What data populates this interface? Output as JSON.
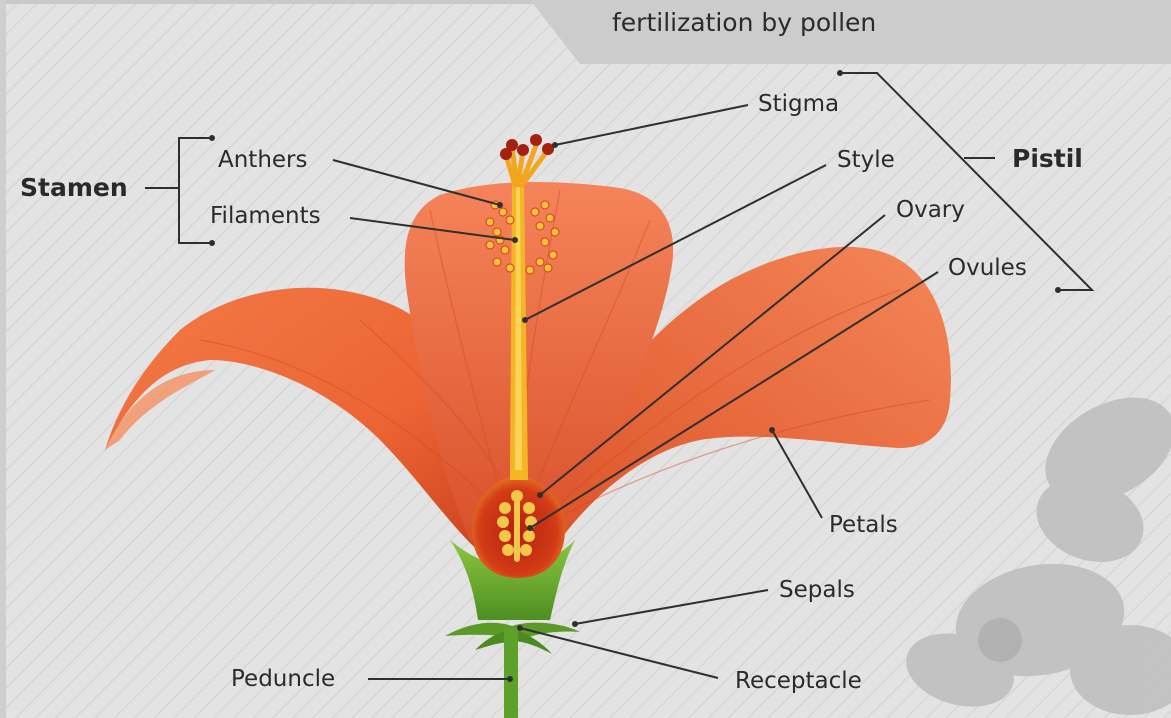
{
  "banner": {
    "text": "fertilization by pollen"
  },
  "groups": {
    "stamen": "Stamen",
    "pistil": "Pistil"
  },
  "labels": {
    "stigma": "Stigma",
    "anthers": "Anthers",
    "style": "Style",
    "filaments": "Filaments",
    "ovary": "Ovary",
    "ovules": "Ovules",
    "petals": "Petals",
    "sepals": "Sepals",
    "peduncle": "Peduncle",
    "receptacle": "Receptacle"
  },
  "colors": {
    "background": "#e4e4e4",
    "banner": "#cdcdcd",
    "petal": "#ee6a3a",
    "petal_dark": "#c9431d",
    "style": "#f5b623",
    "stigma": "#a5200f",
    "sepal": "#67a52a",
    "leader_line": "#2f2f2f"
  }
}
